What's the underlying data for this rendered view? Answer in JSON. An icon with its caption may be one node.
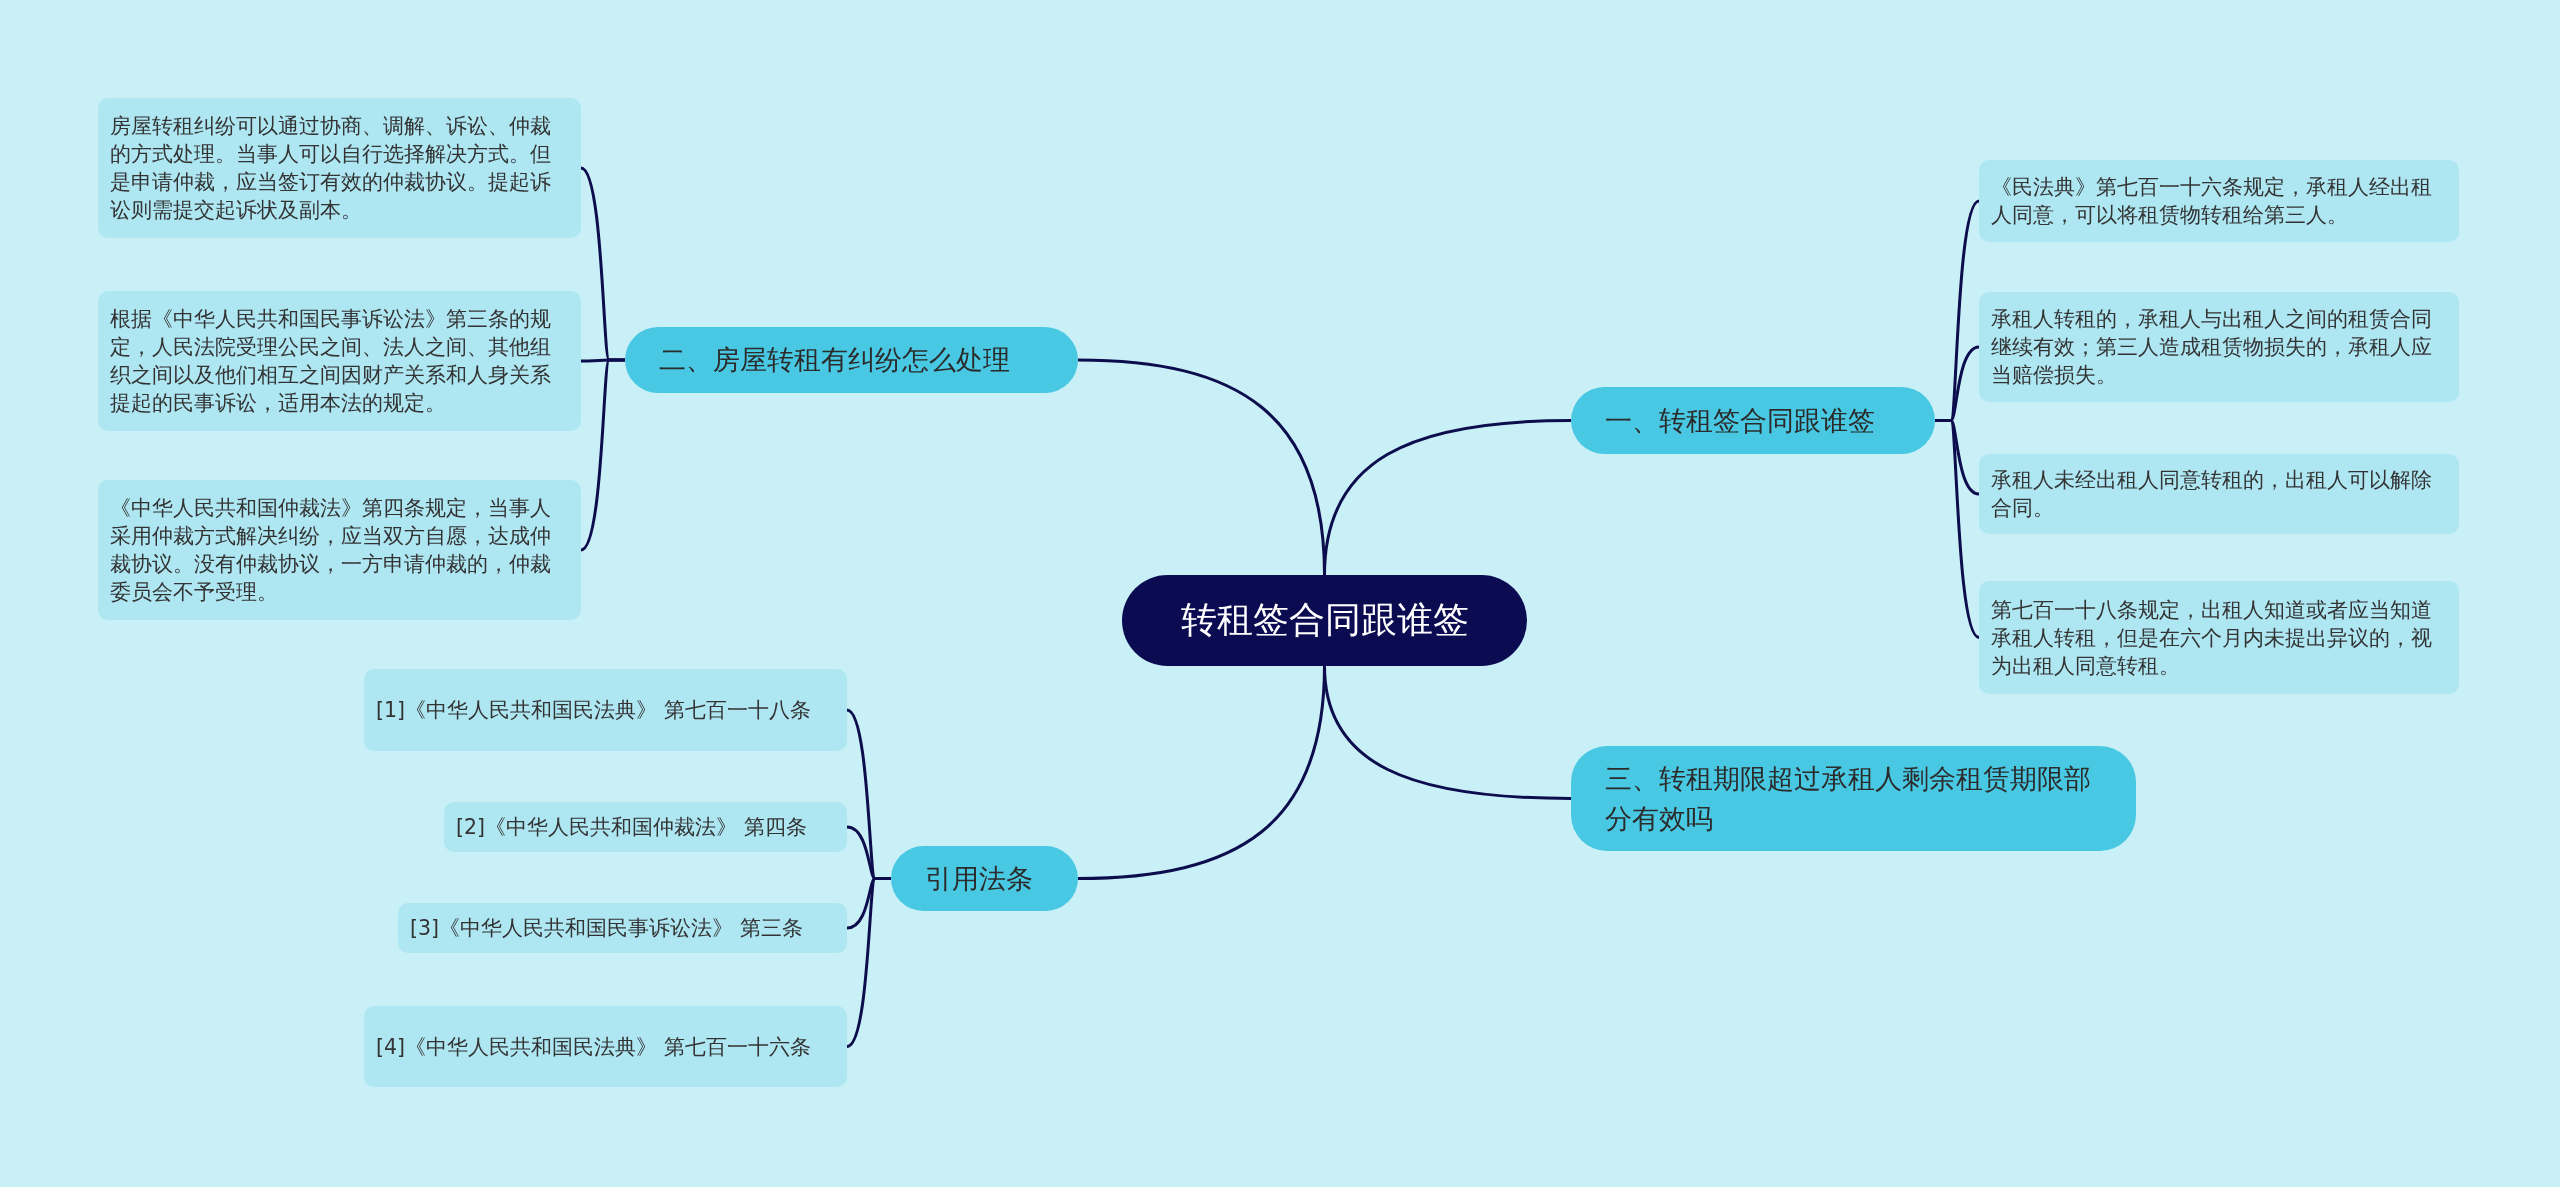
{
  "diagram": {
    "nodes": [
      {
        "text": [
          "转租签合同跟谁签"
        ]
      },
      {
        "text": [
          "一、转租签合同跟谁签"
        ]
      },
      {
        "text": [
          "《民法典》第七百一十六条规定，承租人经出租人同意，可以将租赁物转租给第三人。"
        ]
      },
      {
        "text": [
          "承租人转租的，承租人与出租人之间的租赁合同继续有效；第三人造成租赁物损失的，承租人应当赔偿损失。"
        ]
      },
      {
        "text": [
          "承租人未经出租人同意转租的，出租人可以解除合同。"
        ]
      },
      {
        "text": [
          "第七百一十八条规定，出租人知道或者应当知道承租人转租，但是在六个月内未提出异议的，视为出租人同意转租。"
        ]
      },
      {
        "text": [
          "三、转租期限超过承租人剩余租赁期限部分有效吗"
        ]
      },
      {
        "text": [
          "二、房屋转租有纠纷怎么处理"
        ]
      },
      {
        "text": [
          "房屋转租纠纷可以通过协商、调解、诉讼、仲裁的方式处理。当事人可以自行选择解决方式。但是申请仲裁，应当签订有效的仲裁协议。提起诉讼则需提交起诉状及副本。"
        ]
      },
      {
        "text": [
          "根据《中华人民共和国民事诉讼法》第三条的规定，人民法院受理公民之间、法人之间、其他组织之间以及他们相互之间因财产关系和人身关系提起的民事诉讼，适用本法的规定。"
        ]
      },
      {
        "text": [
          "《中华人民共和国仲裁法》第四条规定，当事人采用仲裁方式解决纠纷，应当双方自愿，达成仲裁协议。没有仲裁协议，一方申请仲裁的，仲裁委员会不予受理。"
        ]
      },
      {
        "text": [
          "引用法条"
        ]
      },
      {
        "text": [
          "[1]《中华人民共和国民法典》 第七百一十八条"
        ]
      },
      {
        "text": [
          "[2]《中华人民共和国仲裁法》 第四条"
        ]
      },
      {
        "text": [
          "[3]《中华人民共和国民事诉讼法》 第三条"
        ]
      },
      {
        "text": [
          "[4]《中华人民共和国民法典》 第七百一十六条"
        ]
      }
    ],
    "edges": [
      {
        "from": 0,
        "to": 1,
        "arrow": "none"
      },
      {
        "from": 1,
        "to": 2,
        "arrow": "none"
      },
      {
        "from": 1,
        "to": 3,
        "arrow": "none"
      },
      {
        "from": 1,
        "to": 4,
        "arrow": "none"
      },
      {
        "from": 1,
        "to": 5,
        "arrow": "none"
      },
      {
        "from": 0,
        "to": 6,
        "arrow": "none"
      },
      {
        "from": 0,
        "to": 7,
        "arrow": "none"
      },
      {
        "from": 7,
        "to": 8,
        "arrow": "none"
      },
      {
        "from": 7,
        "to": 9,
        "arrow": "none"
      },
      {
        "from": 7,
        "to": 10,
        "arrow": "none"
      },
      {
        "from": 0,
        "to": 11,
        "arrow": "none"
      },
      {
        "from": 11,
        "to": 12,
        "arrow": "none"
      },
      {
        "from": 11,
        "to": 13,
        "arrow": "none"
      },
      {
        "from": 11,
        "to": 14,
        "arrow": "none"
      },
      {
        "from": 11,
        "to": 15,
        "arrow": "none"
      }
    ]
  }
}
